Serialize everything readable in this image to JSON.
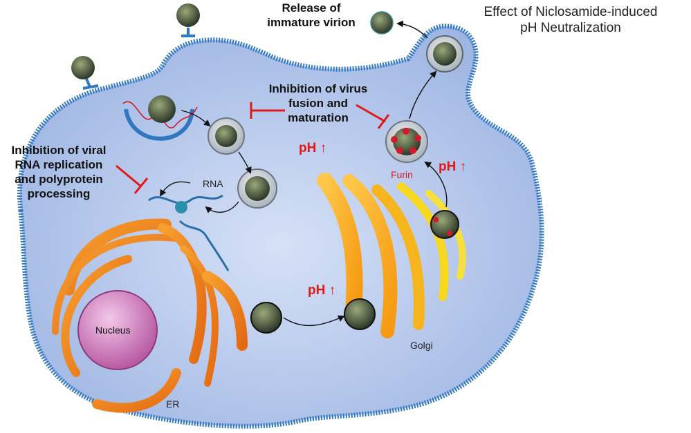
{
  "title": {
    "line1": "Effect of Niclosamide-induced",
    "line2": "pH Neutralization"
  },
  "labels": {
    "release": {
      "line1": "Release of",
      "line2": "immature virion"
    },
    "inhibit_fusion": {
      "line1": "Inhibition of virus",
      "line2": "fusion and",
      "line3": "maturation"
    },
    "inhibit_rna": {
      "line1": "Inhibition of viral",
      "line2": "RNA replication",
      "line3": "and polyprotein",
      "line4": "processing"
    },
    "ph_up_1": "pH ↑",
    "ph_up_2": "pH ↑",
    "ph_up_3": "pH ↑",
    "furin": "Furin",
    "rna": "RNA",
    "nucleus": "Nucleus",
    "er": "ER",
    "golgi": "Golgi"
  },
  "colors": {
    "cell_fill": "#b7c9ec",
    "membrane": "#2f78c0",
    "inhibit": "#e01818",
    "er": "#f08a1c",
    "golgi_outer": "#f6a51f",
    "golgi_inner": "#f7d81e",
    "nucleus": "#d47fc0",
    "virion": "#4a5a44"
  }
}
